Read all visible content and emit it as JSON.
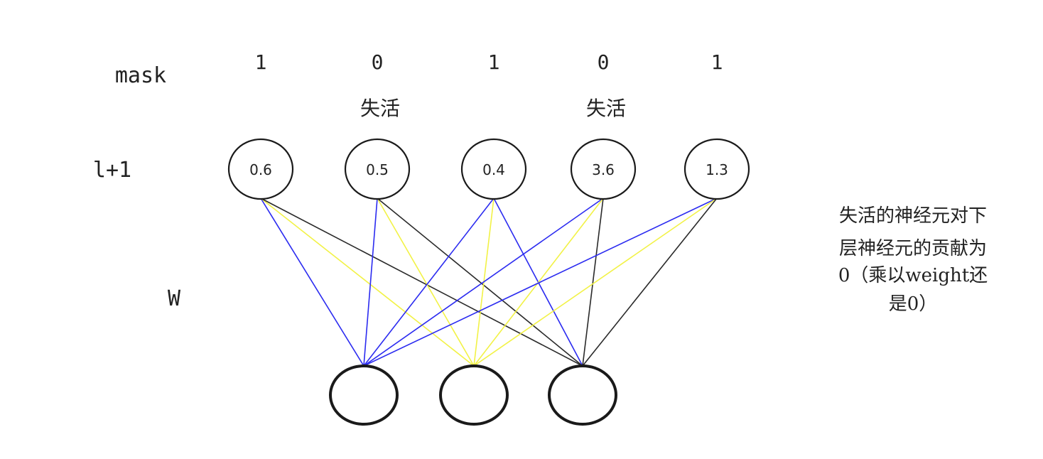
{
  "row_labels": {
    "mask": "mask",
    "layer": "l+1",
    "weights": "W"
  },
  "upper_neurons": [
    {
      "mask": "1",
      "value": "0.6",
      "note": ""
    },
    {
      "mask": "0",
      "value": "0.5",
      "note": "失活"
    },
    {
      "mask": "1",
      "value": "0.4",
      "note": ""
    },
    {
      "mask": "0",
      "value": "3.6",
      "note": "失活"
    },
    {
      "mask": "1",
      "value": "1.3",
      "note": ""
    }
  ],
  "lower_neurons": [
    {
      "value": ""
    },
    {
      "value": ""
    },
    {
      "value": ""
    }
  ],
  "edge_colors": [
    "#2b2bf0",
    "#f2f246",
    "#2a2a2a"
  ],
  "edges": [
    {
      "from": 0,
      "to": 0,
      "color": 0
    },
    {
      "from": 0,
      "to": 1,
      "color": 1
    },
    {
      "from": 0,
      "to": 2,
      "color": 2
    },
    {
      "from": 1,
      "to": 0,
      "color": 0
    },
    {
      "from": 1,
      "to": 1,
      "color": 1
    },
    {
      "from": 1,
      "to": 2,
      "color": 2
    },
    {
      "from": 2,
      "to": 0,
      "color": 0
    },
    {
      "from": 2,
      "to": 1,
      "color": 1
    },
    {
      "from": 2,
      "to": 2,
      "color": 0
    },
    {
      "from": 3,
      "to": 0,
      "color": 0
    },
    {
      "from": 3,
      "to": 1,
      "color": 1
    },
    {
      "from": 3,
      "to": 2,
      "color": 2
    },
    {
      "from": 4,
      "to": 0,
      "color": 0
    },
    {
      "from": 4,
      "to": 1,
      "color": 1
    },
    {
      "from": 4,
      "to": 2,
      "color": 2
    }
  ],
  "annotation": {
    "lines": [
      "失活的神经元对下",
      "层神经元的贡献为",
      "0（乘以weight还",
      "是0）"
    ]
  }
}
